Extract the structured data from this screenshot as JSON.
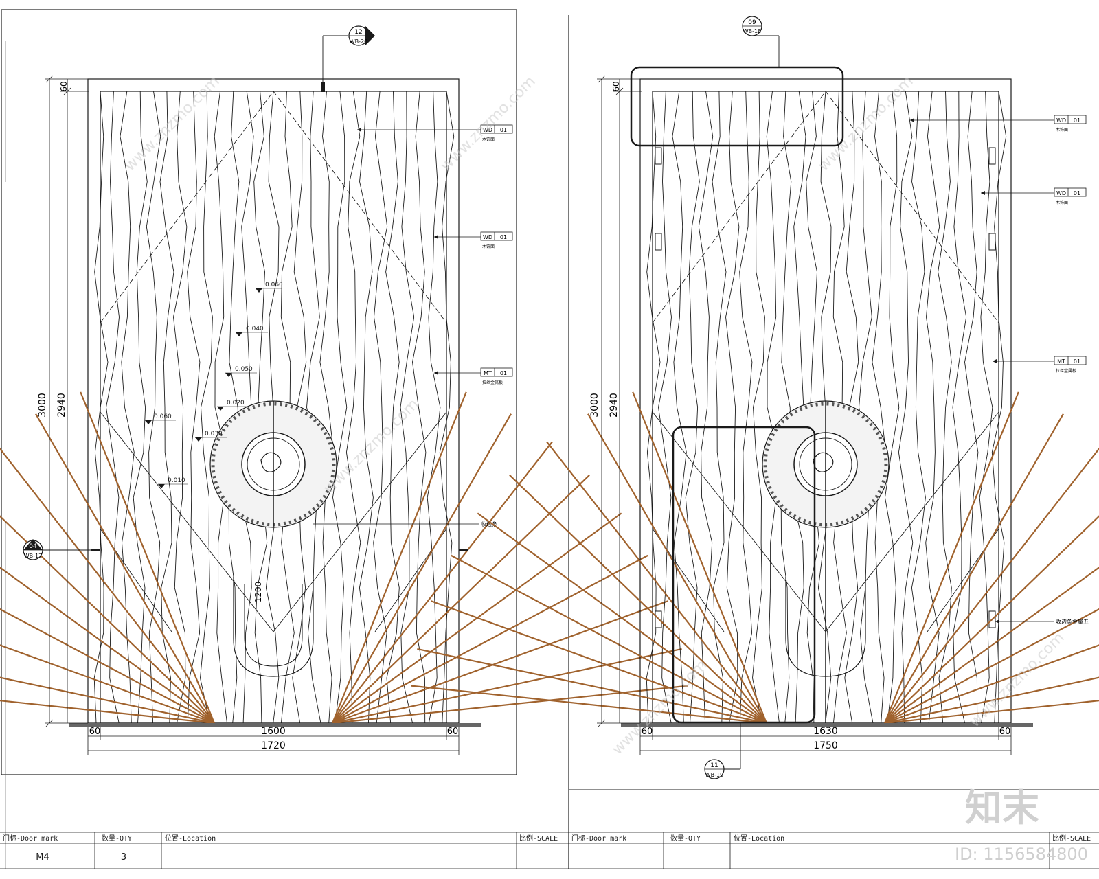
{
  "left_elevation": {
    "dim_top_margin": "60",
    "dim_total_height": "3000",
    "dim_inner_height": "2940",
    "dim_bottom_left": "60",
    "dim_bottom_middle": "1600",
    "dim_bottom_right": "60",
    "dim_bottom_total": "1720",
    "dim_opening": "1200",
    "callout_top": {
      "num": "12",
      "ref": "WB-20"
    },
    "callout_side": {
      "num": "04",
      "ref": "WB-17"
    },
    "tags": [
      {
        "code": "WD",
        "num": "01",
        "note": "木饰面"
      },
      {
        "code": "WD",
        "num": "01",
        "note": "木饰面"
      },
      {
        "code": "MT",
        "num": "01",
        "note": "拉丝金属板"
      }
    ],
    "leader_note": "收边条",
    "levels": [
      "0.060",
      "0.040",
      "0.050",
      "0.020",
      "0.060",
      "0.030",
      "0.010"
    ]
  },
  "right_elevation": {
    "dim_top_margin": "60",
    "dim_total_height": "3000",
    "dim_inner_height": "2940",
    "dim_bottom_left": "60",
    "dim_bottom_middle": "1630",
    "dim_bottom_right": "60",
    "dim_bottom_total": "1750",
    "callout_top": {
      "num": "09",
      "ref": "WB-18"
    },
    "callout_bottom": {
      "num": "11",
      "ref": "WB-19"
    },
    "tags": [
      {
        "code": "WD",
        "num": "01",
        "note": "木饰面"
      },
      {
        "code": "WD",
        "num": "01",
        "note": "木饰面"
      },
      {
        "code": "MT",
        "num": "01",
        "note": "拉丝金属板"
      }
    ],
    "leader_note": "收边条金属五"
  },
  "title_block": {
    "door_mark_label": "门标-Door mark",
    "qty_label": "数量-QTY",
    "location_label": "位置-Location",
    "scale_label": "比例-SCALE",
    "door_mark_value": "M4",
    "qty_value": "3",
    "door_mark_label_2": "门标-Door mark",
    "qty_label_2": "数量-QTY",
    "location_label_2": "位置-Location",
    "scale_label_2": "比例-SCALE"
  },
  "watermark": {
    "brand": "知末",
    "id_text": "ID: 1156584800",
    "site": "www.znzmo.com"
  },
  "colors": {
    "line": "#1a1a1a",
    "bronze": "#a0622d",
    "watermark": "#c8c8c8"
  }
}
